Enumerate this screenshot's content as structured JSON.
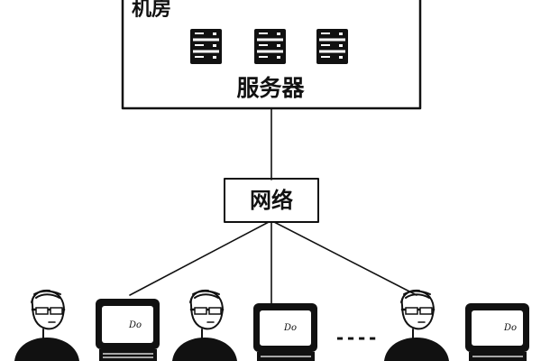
{
  "diagram": {
    "server_room": {
      "title": "机房",
      "caption": "服务器",
      "server_icon": "server-rack-icon",
      "server_count": 3
    },
    "network": {
      "label": "网络"
    },
    "clients": {
      "person_icon": "user-with-glasses-icon",
      "computer_icon": "desktop-computer-icon",
      "screen_mark": "Do",
      "ellipsis": "----"
    },
    "colors": {
      "stroke": "#111111",
      "background": "#ffffff",
      "screen": "#ffffff",
      "fill": "#111111"
    }
  }
}
